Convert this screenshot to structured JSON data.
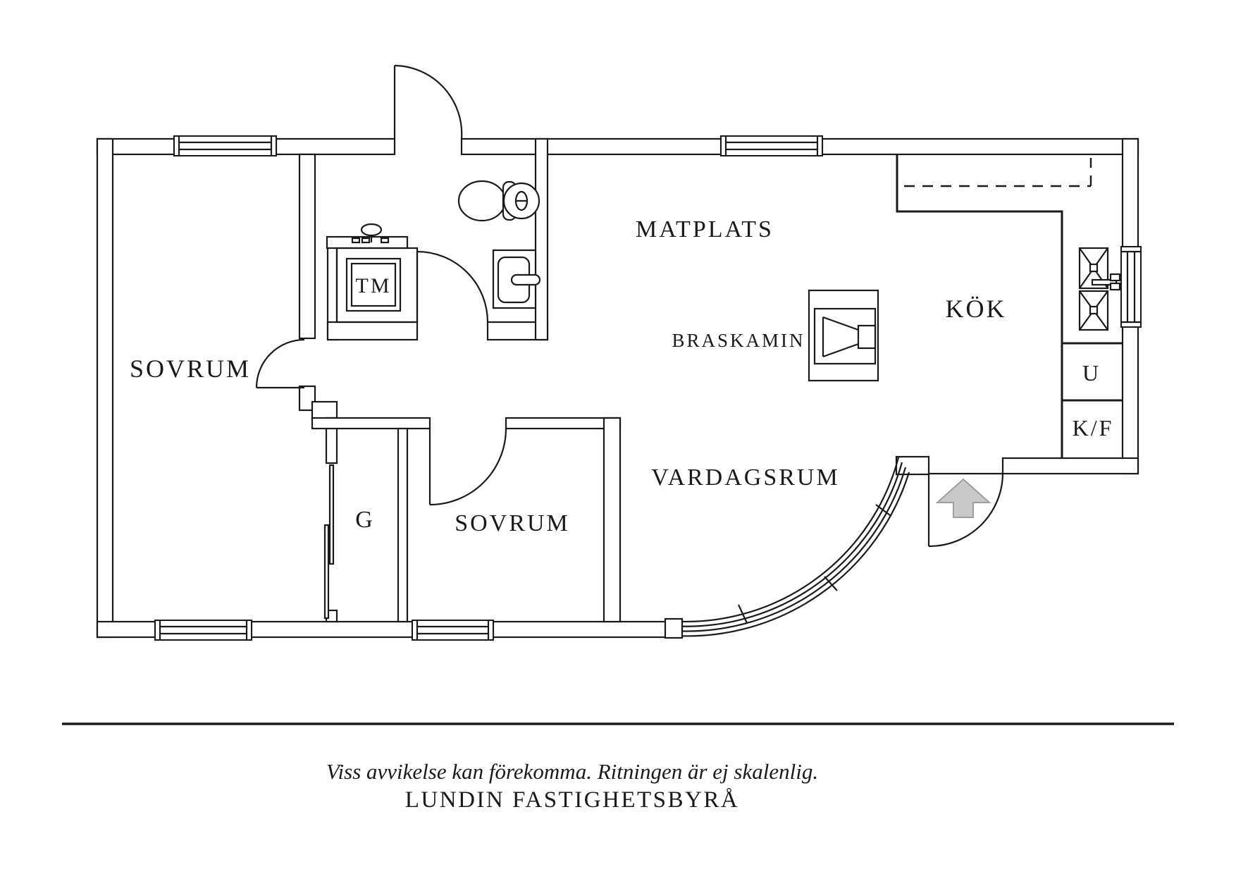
{
  "document": {
    "type": "real-estate floor plan",
    "language": "sv"
  },
  "colors": {
    "background": "#ffffff",
    "line": "#1a1a1a",
    "arrow_fill": "#c9c9c9",
    "arrow_stroke": "#9e9e9e"
  },
  "labels": {
    "sovrum_1": "SOVRUM",
    "tm": "TM",
    "matplats": "MATPLATS",
    "braskamin": "BRASKAMIN",
    "kok": "KÖK",
    "u": "U",
    "kf": "K/F",
    "vardagsrum": "VARDAGSRUM",
    "sovrum_2": "SOVRUM",
    "g": "G"
  },
  "rooms": [
    {
      "id": "sovrum-1",
      "label": "SOVRUM"
    },
    {
      "id": "badrum-tvatt",
      "label": "TM"
    },
    {
      "id": "matplats",
      "label": "MATPLATS"
    },
    {
      "id": "kok",
      "label": "KÖK"
    },
    {
      "id": "vardagsrum",
      "label": "VARDAGSRUM"
    },
    {
      "id": "sovrum-2",
      "label": "SOVRUM"
    },
    {
      "id": "garderob",
      "label": "G"
    }
  ],
  "fixtures": [
    "washing-machine",
    "laundry-counter-faucet",
    "toilet",
    "bathroom-sink",
    "fireplace",
    "double-kitchen-sink",
    "upper-cabinets-dashed-line",
    "curved-glazed-wall",
    "entrance-arrow",
    "windows",
    "doors"
  ],
  "footer": {
    "disclaimer": "Viss avvikelse kan förekomma. Ritningen är ej skalenlig.",
    "agency": "LUNDIN FASTIGHETSBYRÅ"
  }
}
